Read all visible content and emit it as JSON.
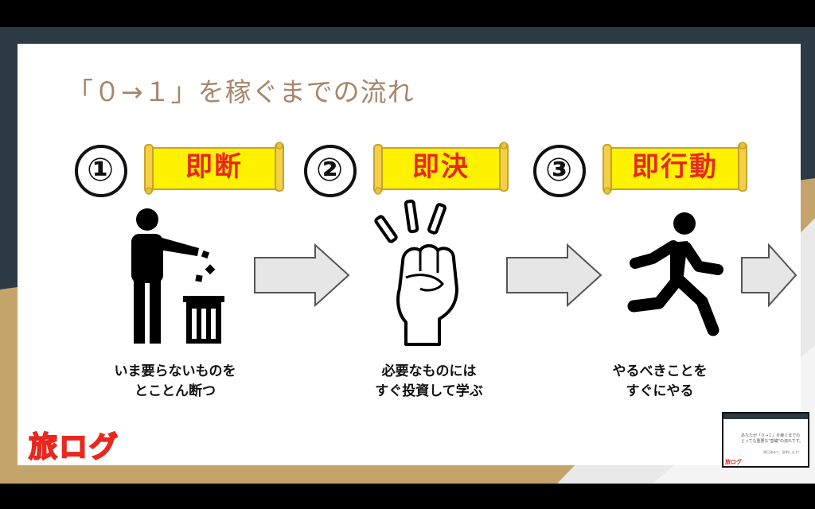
{
  "slide": {
    "title": "「０→１」を稼ぐまでの流れ",
    "steps": [
      {
        "number": "①",
        "banner": "即断",
        "caption_line1": "いま要らないものを",
        "caption_line2": "とことん断つ",
        "icon": "trash-disposal-icon"
      },
      {
        "number": "②",
        "banner": "即決",
        "caption_line1": "必要なものには",
        "caption_line2": "すぐ投資して学ぶ",
        "icon": "raised-fist-icon"
      },
      {
        "number": "③",
        "banner": "即行動",
        "caption_line1": "やるべきことを",
        "caption_line2": "すぐにやる",
        "icon": "running-person-icon"
      }
    ],
    "logo": "旅ログ"
  },
  "thumbnail": {
    "line1": "あなたが「０→１」を稼ぐまでの",
    "line2": "とっても重要な\"基礎\"の流れです。",
    "line3": "明日改めて、説明します！",
    "logo": "旅ログ"
  },
  "colors": {
    "title": "#a9856b",
    "banner_text": "#e8281e",
    "banner_fill": "#fff200",
    "banner_scroll": "#c9a227",
    "bg_navy": "#2b3a44",
    "bg_gold": "#c5a46b",
    "arrow_fill": "#e6e6e6"
  }
}
